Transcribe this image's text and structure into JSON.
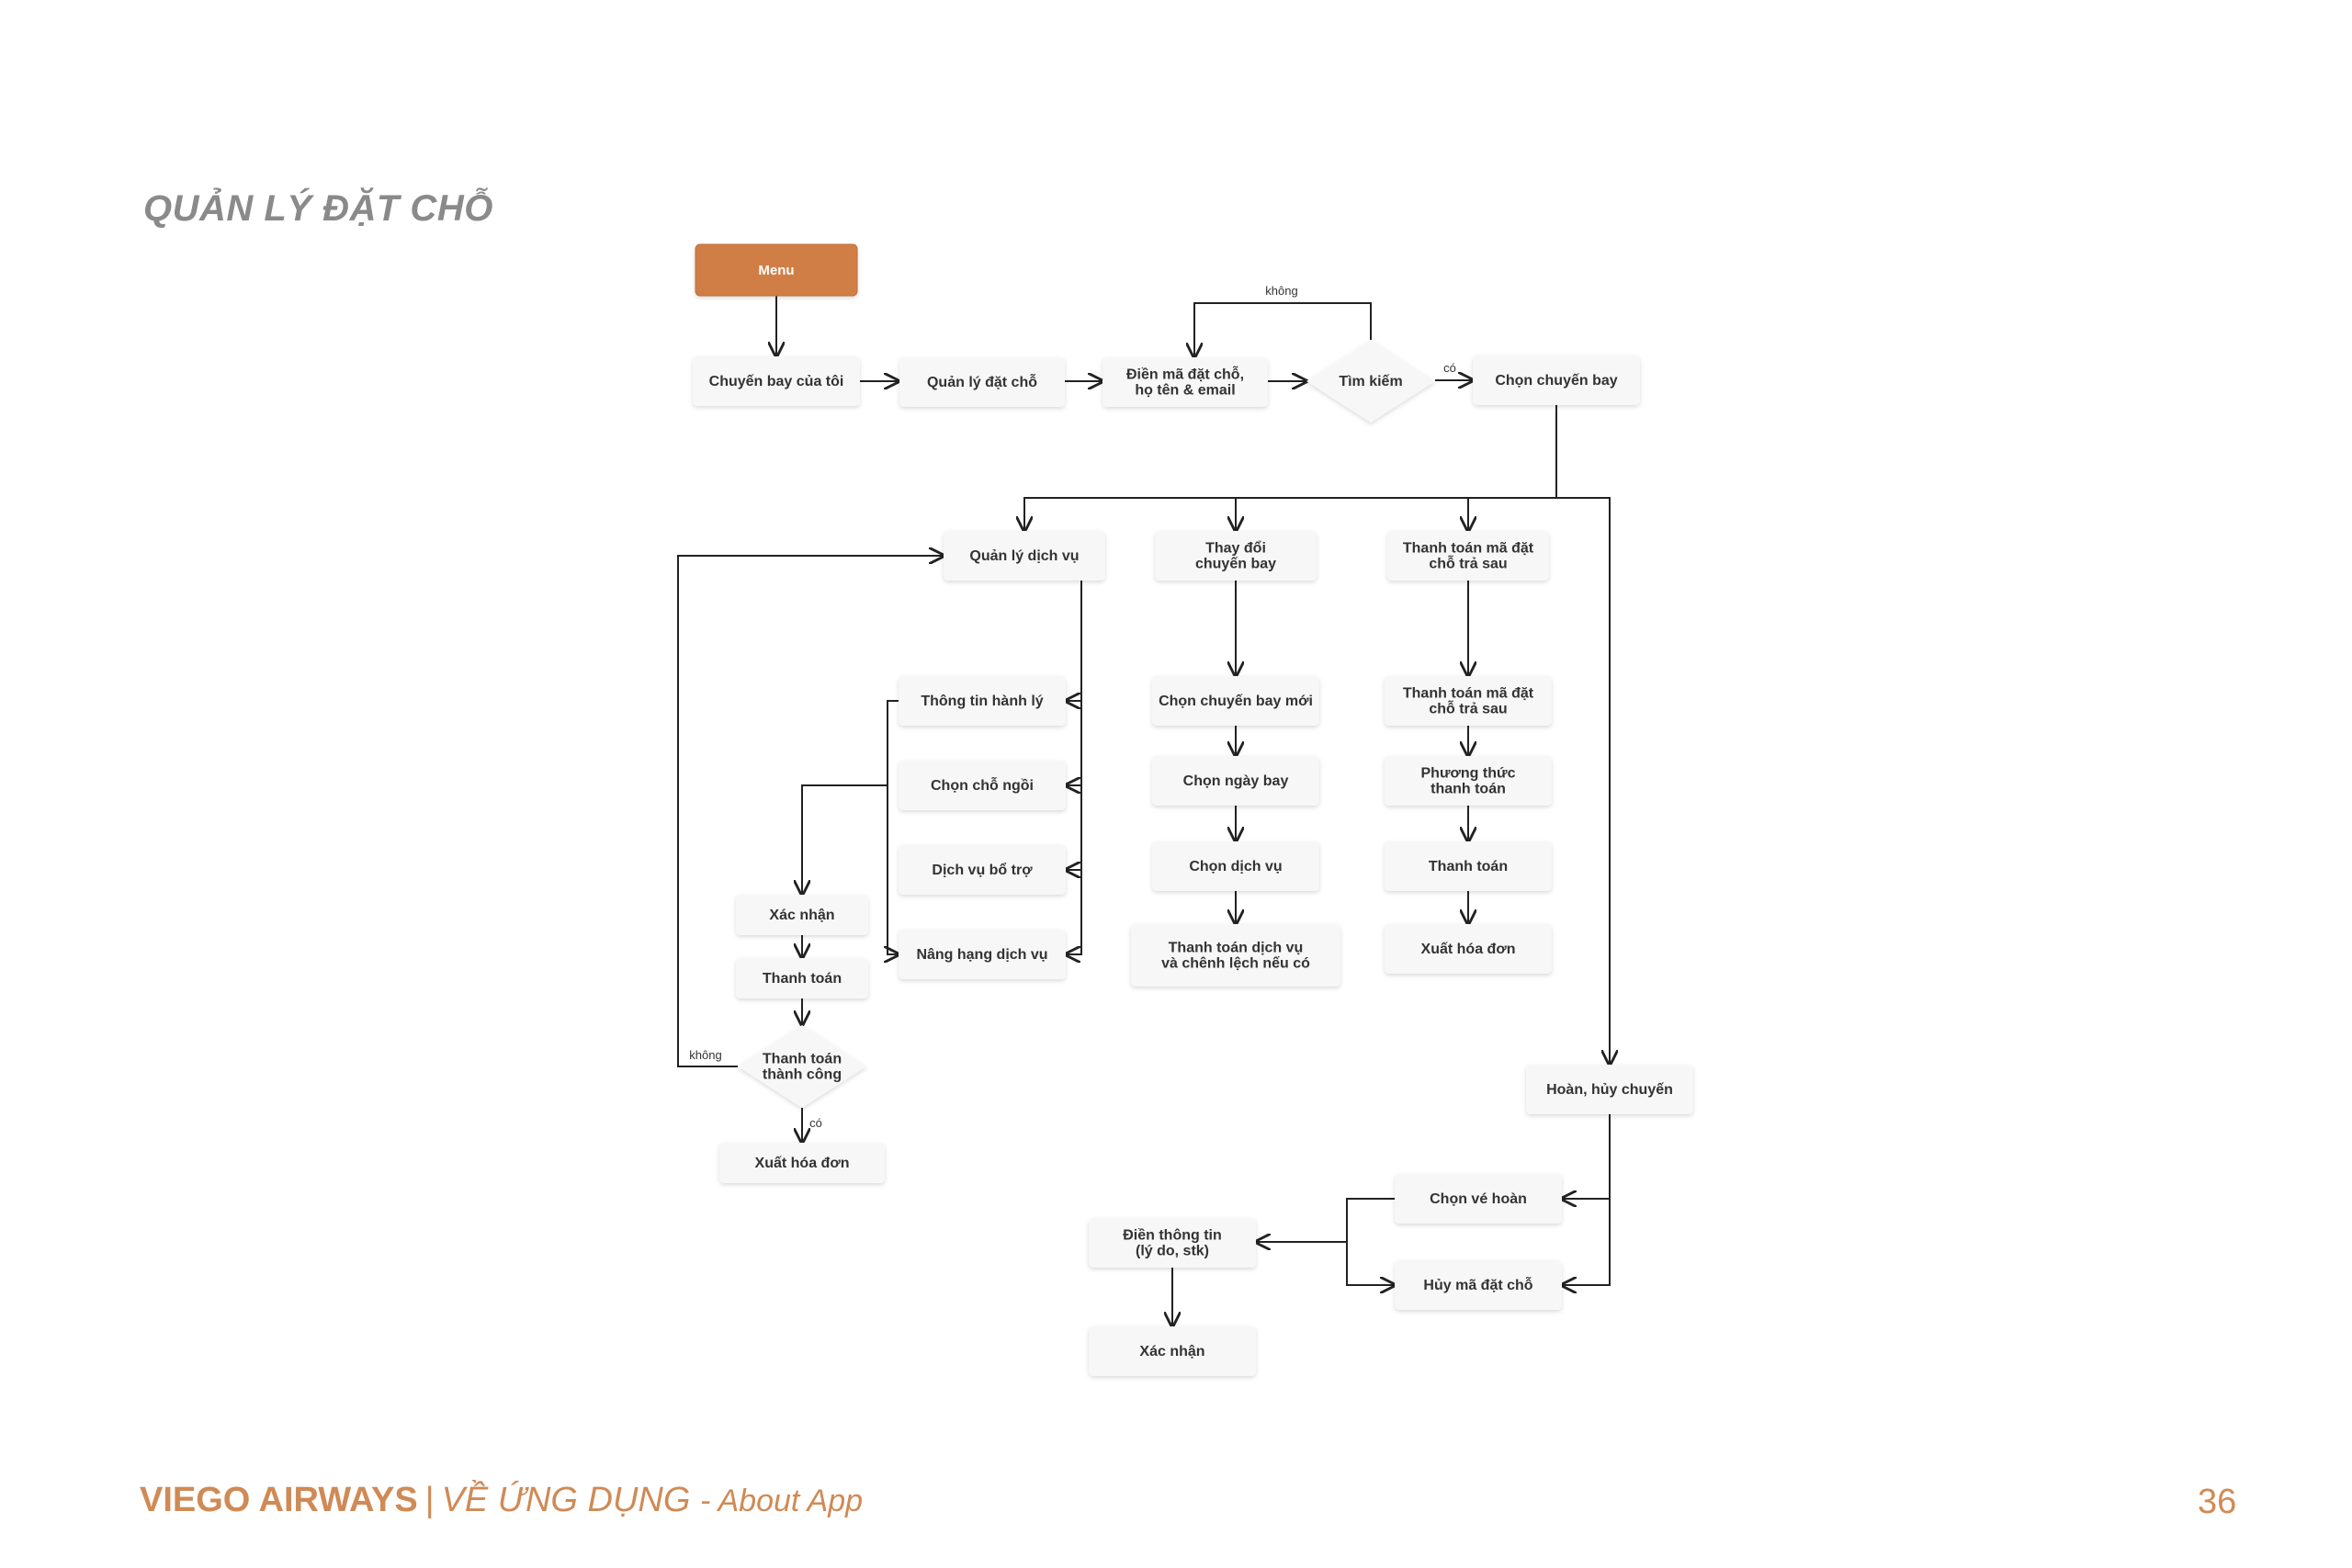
{
  "page": {
    "title": "QUẢN LÝ ĐẶT CHỖ",
    "number": "36"
  },
  "footer": {
    "brand": "VIEGO AIRWAYS",
    "separator": "|",
    "section": "VỀ ỨNG DỤNG",
    "subtitle": "- About App"
  },
  "colors": {
    "accent": "#D08A55",
    "menu_fill": "#D07E45",
    "node_fill": "#F7F7F7",
    "line": "#222222",
    "title_gray": "#8A8A8A"
  },
  "flowchart": {
    "nodes": {
      "menu": "Menu",
      "my_flights": "Chuyến bay của tôi",
      "manage_booking": "Quản lý đặt chỗ",
      "enter_code": [
        "Điền mã đặt chỗ,",
        "họ tên & email"
      ],
      "search": "Tìm kiếm",
      "choose_flight": "Chọn chuyến bay",
      "manage_services": "Quản lý dịch vụ",
      "change_flight": [
        "Thay đổi",
        "chuyến bay"
      ],
      "pay_later": [
        "Thanh toán mã đặt",
        "chỗ trả sau"
      ],
      "baggage": "Thông tin hành lý",
      "seat": "Chọn chỗ ngồi",
      "extra_services": "Dịch vụ bổ trợ",
      "upgrade": "Nâng hạng dịch vụ",
      "confirm_left": "Xác nhận",
      "pay_left": "Thanh toán",
      "pay_success": [
        "Thanh toán",
        "thành công"
      ],
      "invoice_left": "Xuất hóa đơn",
      "new_flight": "Chọn chuyến bay mới",
      "flight_date": "Chọn ngày bay",
      "choose_service": "Chọn dịch vụ",
      "pay_service_diff": [
        "Thanh toán dịch vụ",
        "và chênh lệch nếu có"
      ],
      "pay_later_2": [
        "Thanh toán mã đặt",
        "chỗ trả sau"
      ],
      "payment_method": [
        "Phương thức",
        "thanh toán"
      ],
      "pay_right": "Thanh toán",
      "invoice_right": "Xuất hóa đơn",
      "refund_cancel": "Hoàn, hủy chuyến",
      "refund_ticket": "Chọn vé hoàn",
      "cancel_booking": "Hủy mã đặt chỗ",
      "fill_info": [
        "Điền thông tin",
        "(lý do, stk)"
      ],
      "confirm_bottom": "Xác nhận"
    },
    "labels": {
      "no_top": "không",
      "yes_top": "có",
      "no_left": "không",
      "yes_left": "có"
    }
  }
}
